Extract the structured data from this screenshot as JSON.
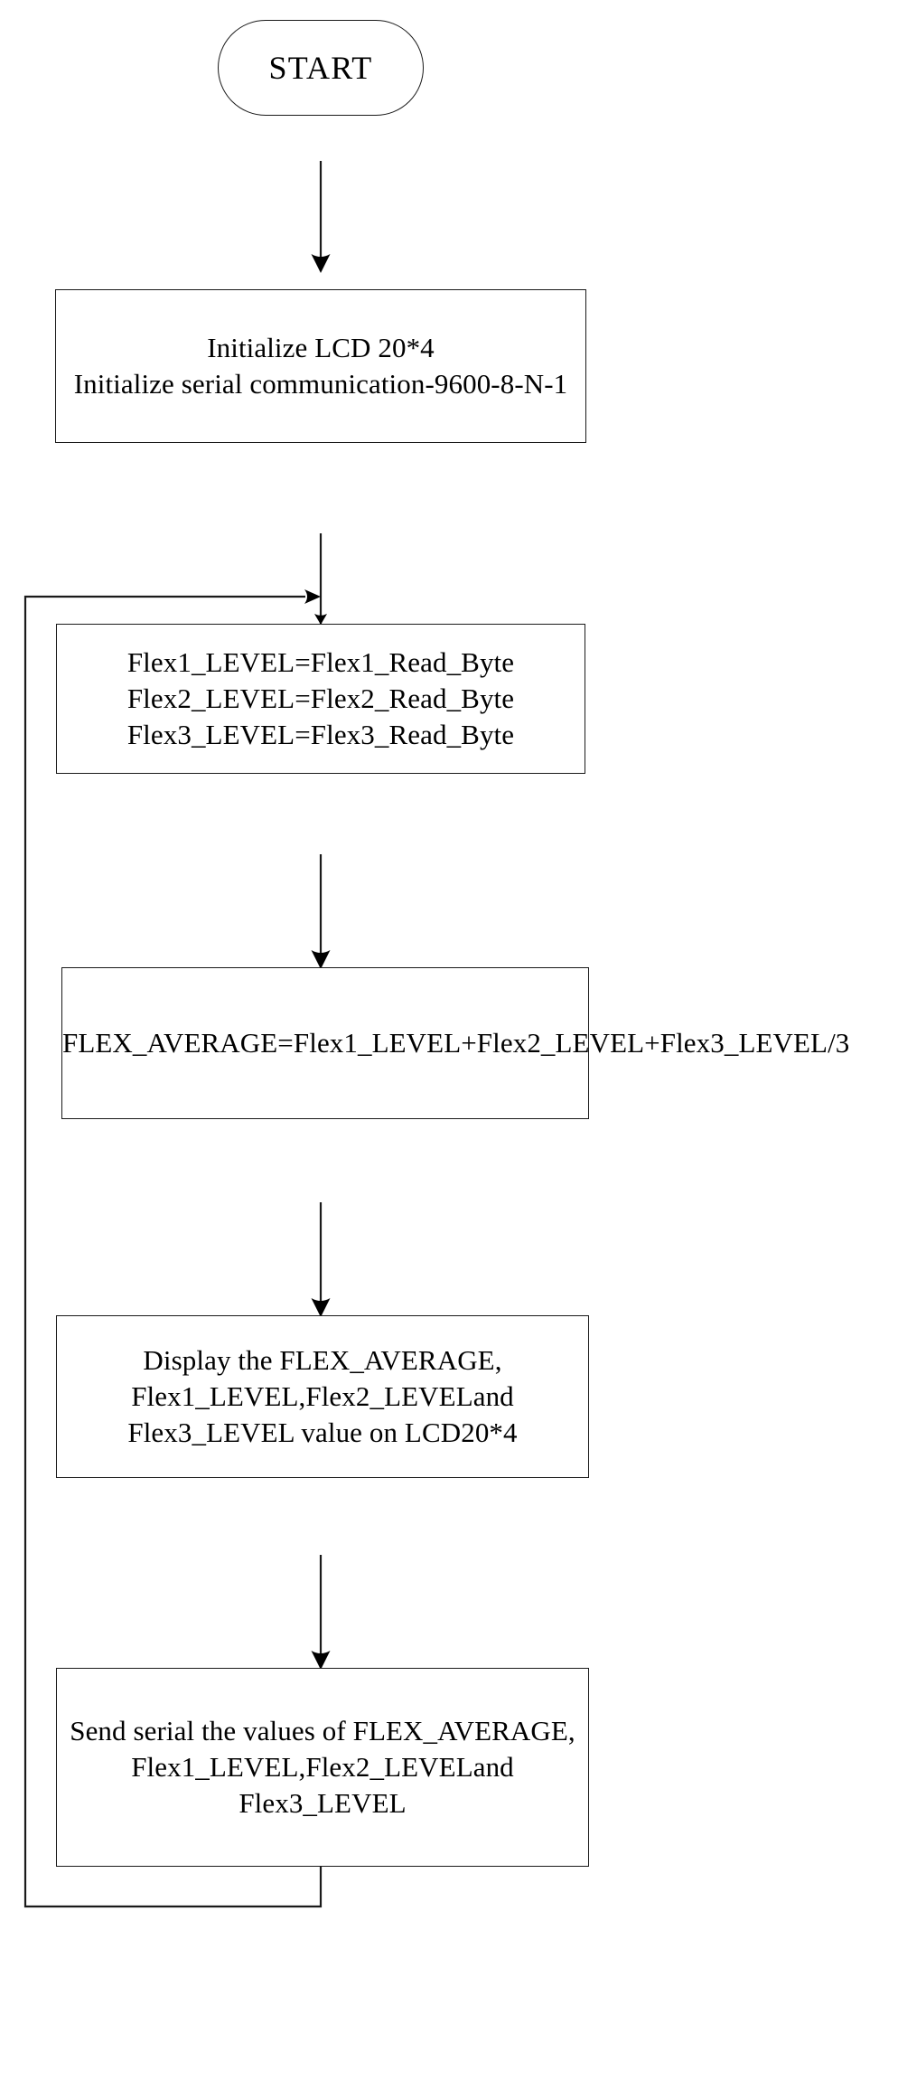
{
  "diagram": {
    "title": "Flex sensor reading flowchart",
    "type": "flowchart",
    "orientation": "top-to-bottom",
    "background_color": "#ffffff",
    "stroke_color": "#1a1a1a",
    "text_color": "#000000",
    "fill_color": "#ffffff"
  },
  "nodes": [
    {
      "id": "start",
      "shape": "terminator",
      "label": "START"
    },
    {
      "id": "init",
      "shape": "process",
      "label": "Initialize LCD 20*4\nInitialize serial communication-9600-8-N-1"
    },
    {
      "id": "read",
      "shape": "process",
      "label": "Flex1_LEVEL=Flex1_Read_Byte\nFlex2_LEVEL=Flex2_Read_Byte\nFlex3_LEVEL=Flex3_Read_Byte"
    },
    {
      "id": "average",
      "shape": "process",
      "label": "FLEX_AVERAGE=Flex1_LEVEL+Flex2_LEVEL+Flex3_LEVEL/3"
    },
    {
      "id": "display",
      "shape": "process",
      "label": "Display the FLEX_AVERAGE, Flex1_LEVEL,Flex2_LEVELand Flex3_LEVEL value on LCD20*4"
    },
    {
      "id": "send",
      "shape": "process",
      "label": "Send serial the values of FLEX_AVERAGE, Flex1_LEVEL,Flex2_LEVELand Flex3_LEVEL"
    }
  ],
  "edges": [
    {
      "id": "e1",
      "from": "start",
      "to": "init",
      "style": "arrow-down"
    },
    {
      "id": "e2",
      "from": "init",
      "to": "read",
      "style": "arrow-down-through-junction"
    },
    {
      "id": "e3",
      "from": "read",
      "to": "average",
      "style": "arrow-down"
    },
    {
      "id": "e4",
      "from": "average",
      "to": "display",
      "style": "arrow-down"
    },
    {
      "id": "e5",
      "from": "display",
      "to": "send",
      "style": "arrow-down"
    },
    {
      "id": "e6",
      "from": "send",
      "to": "read",
      "style": "feedback-loop-left"
    }
  ]
}
